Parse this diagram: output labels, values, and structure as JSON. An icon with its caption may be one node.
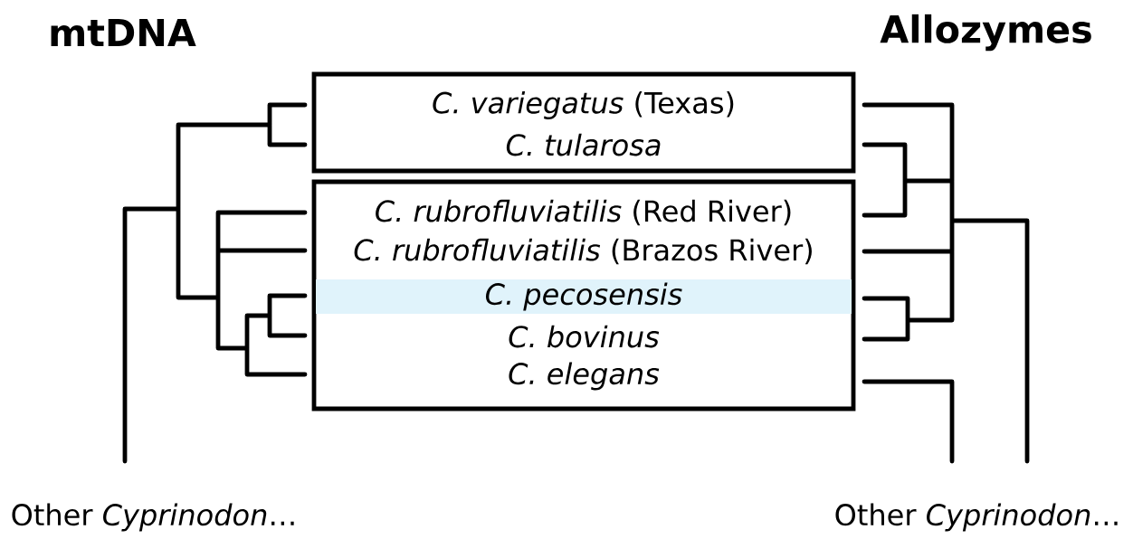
{
  "diagram": {
    "nodes": [
      {
        "text": [],
        "shape": "box"
      },
      {
        "text": [
          "*C. variegatus* (Texas)"
        ],
        "in": 0
      },
      {
        "text": [
          "C. tularosa"
        ],
        "in": 0
      },
      {
        "text": [],
        "shape": "box"
      },
      {
        "text": [
          "*C. rubrofluviatilis* (Red River)"
        ],
        "in": 3
      },
      {
        "text": [
          "*C. rubrofluviatilis* (Brazos River)"
        ],
        "in": 3
      },
      {
        "text": [
          "C. pecosensis"
        ],
        "in": 3
      },
      {
        "text": [
          "C. bovinus"
        ],
        "in": 3
      },
      {
        "text": [
          "C. elegans"
        ],
        "in": 3
      },
      {
        "text": [
          "Other *Cyprinodon*…"
        ]
      },
      {
        "text": [
          "Other *Cyprinodon*…"
        ]
      }
    ],
    "labels": [
      "mtDNA",
      "Allozymes"
    ]
  }
}
